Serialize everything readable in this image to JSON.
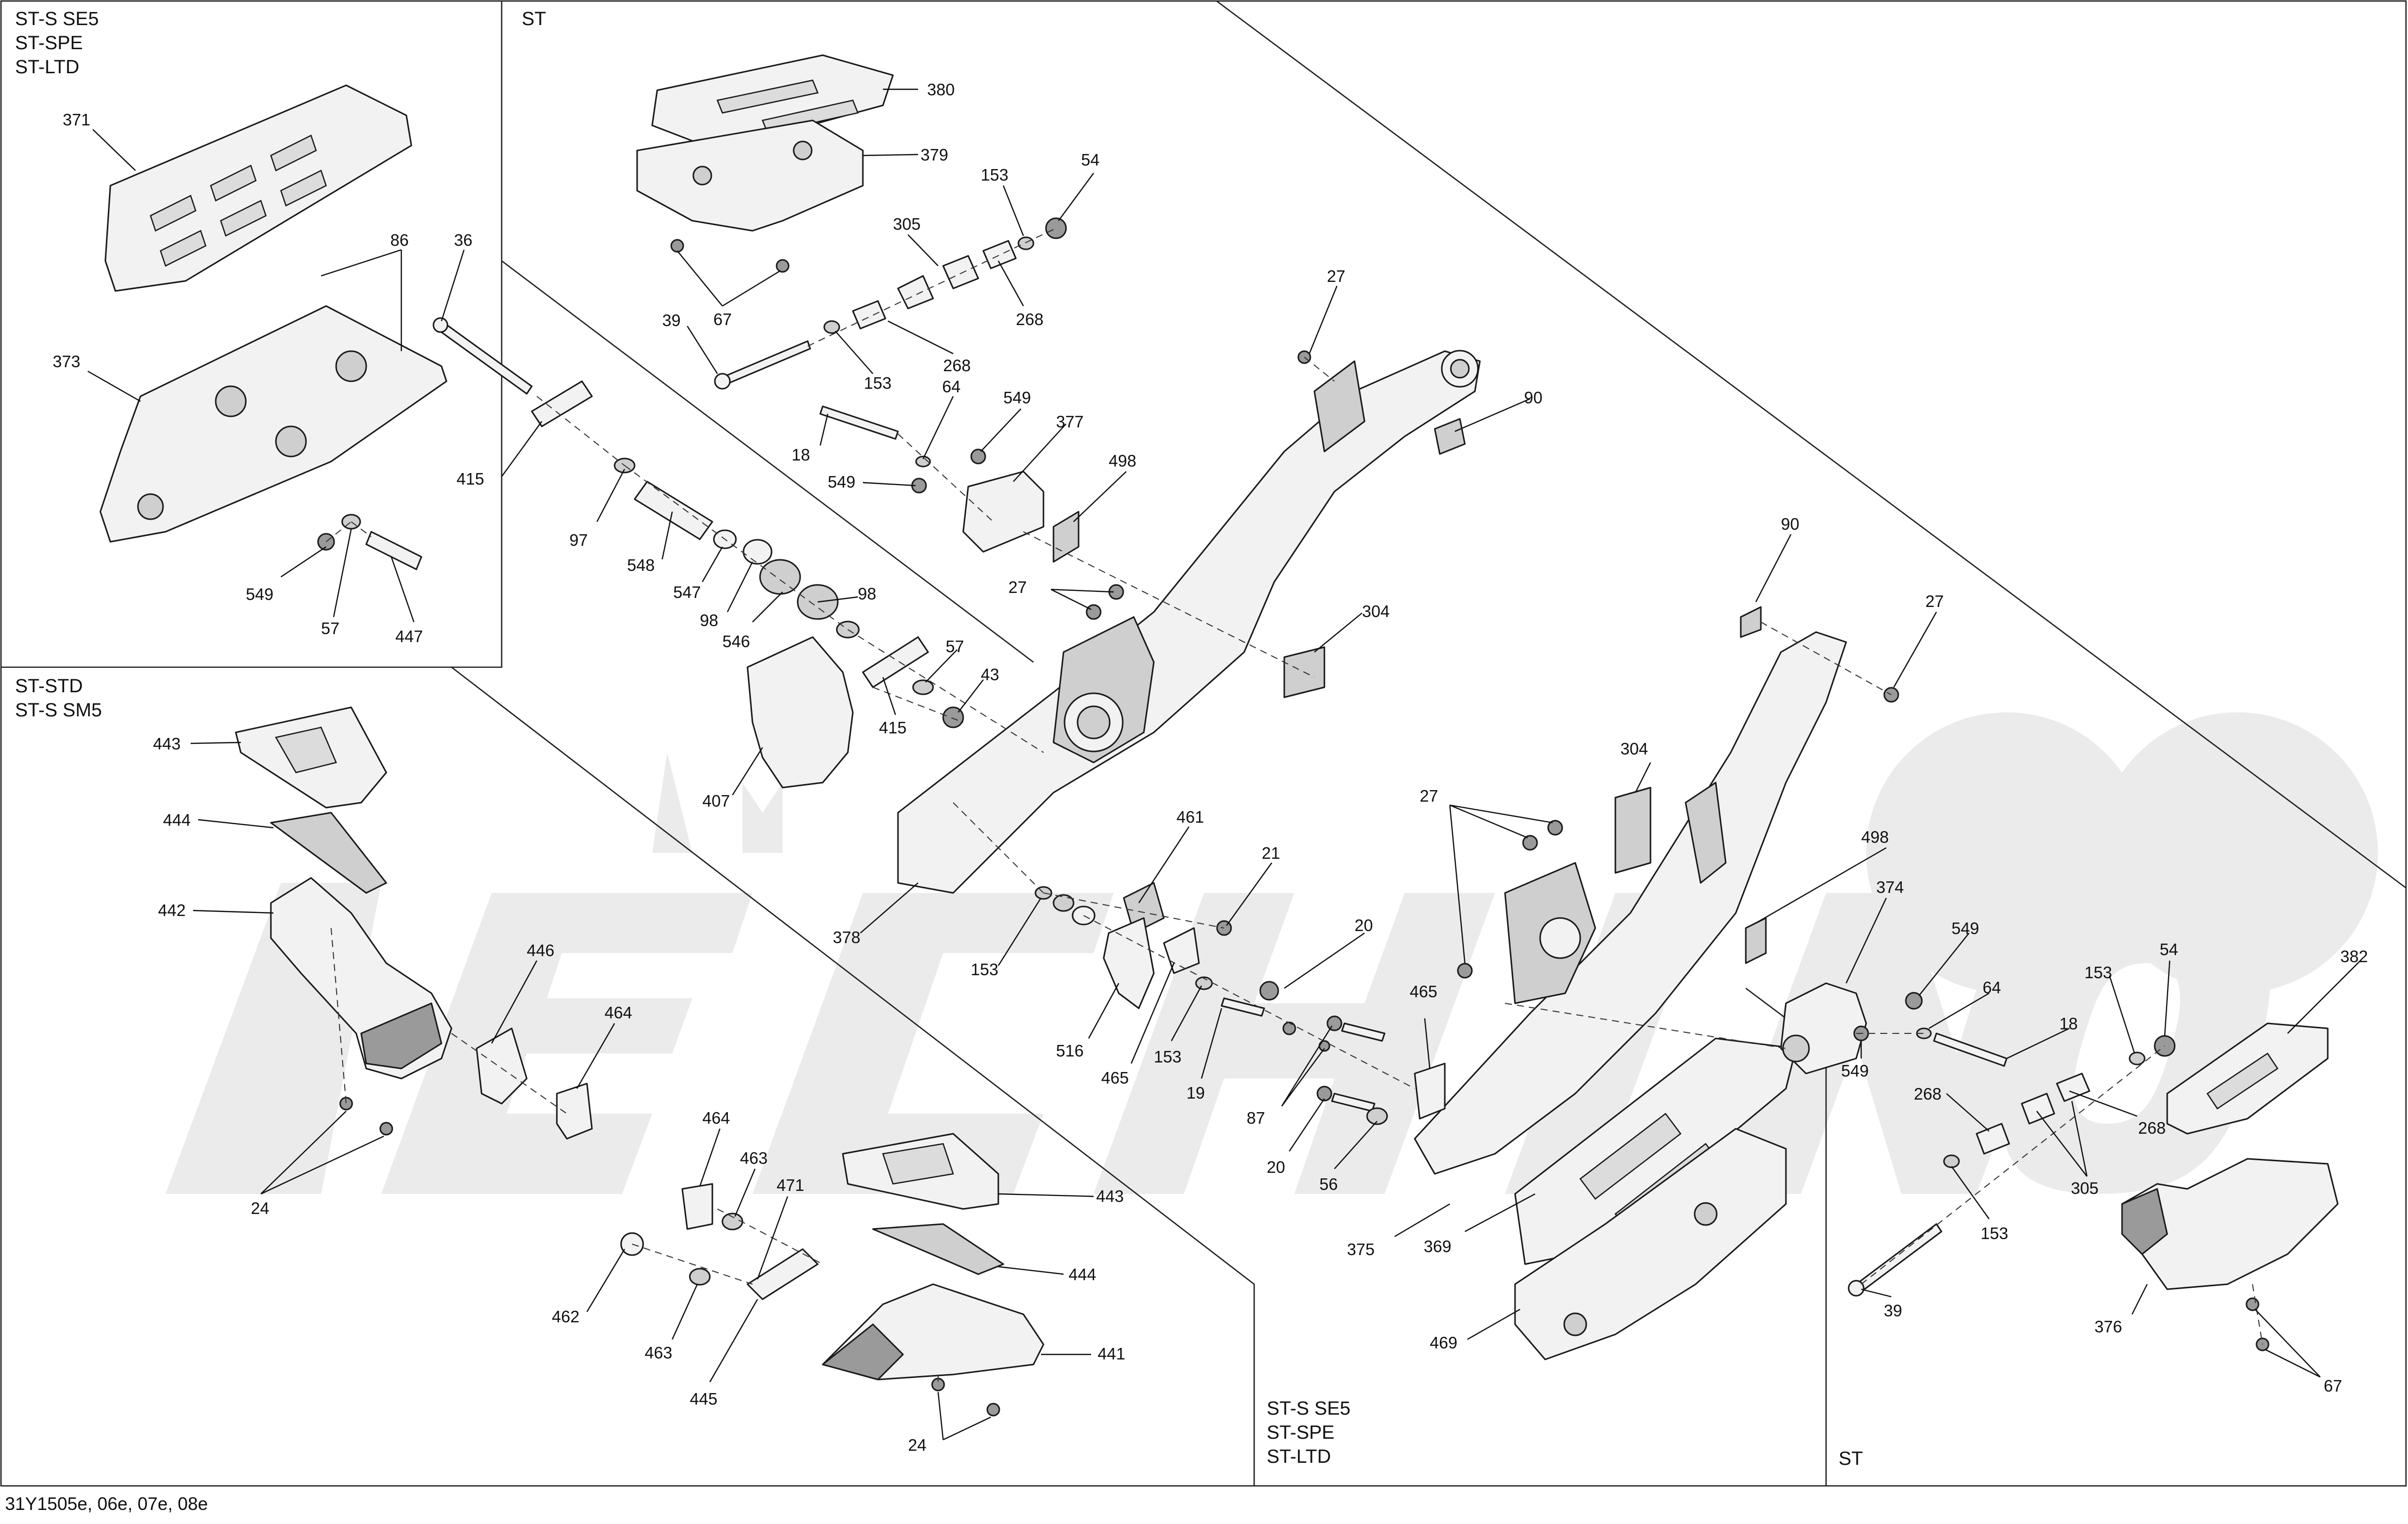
{
  "sections": {
    "top_left": [
      "ST-S SE5",
      "ST-SPE",
      "ST-LTD"
    ],
    "top_center": "ST",
    "mid_left": [
      "ST-STD",
      "ST-S SM5"
    ],
    "bottom_mid": [
      "ST-S SE5",
      "ST-SPE",
      "ST-LTD"
    ],
    "bottom_right": "ST"
  },
  "footer_code": "31Y1505e, 06e, 07e, 08e",
  "callouts": {
    "c371": "371",
    "c86": "86",
    "c36": "36",
    "c373": "373",
    "c415a": "415",
    "c97": "97",
    "c548": "548",
    "c547": "547",
    "c98a": "98",
    "c546": "546",
    "c98b": "98",
    "c549a": "549",
    "c57a": "57",
    "c447": "447",
    "c380": "380",
    "c379": "379",
    "c153a": "153",
    "c54a": "54",
    "c305a": "305",
    "c39a": "39",
    "c67a": "67",
    "c268a": "268",
    "c153b": "153",
    "c268b": "268",
    "c27a": "27",
    "c90a": "90",
    "c18a": "18",
    "c64a": "64",
    "c549b": "549",
    "c377": "377",
    "c549c": "549",
    "c498a": "498",
    "c27b": "27",
    "c304a": "304",
    "c57b": "57",
    "c43": "43",
    "c415b": "415",
    "c407": "407",
    "c378": "378",
    "c153c": "153",
    "c461": "461",
    "c21": "21",
    "c516": "516",
    "c465a": "465",
    "c153d": "153",
    "c19": "19",
    "c20a": "20",
    "c87": "87",
    "c20b": "20",
    "c56": "56",
    "c465b": "465",
    "c443a": "443",
    "c444a": "444",
    "c442": "442",
    "c446": "446",
    "c464a": "464",
    "c24a": "24",
    "c464b": "464",
    "c463a": "463",
    "c471": "471",
    "c443b": "443",
    "c444b": "444",
    "c462": "462",
    "c463b": "463",
    "c445": "445",
    "c441": "441",
    "c24b": "24",
    "c90b": "90",
    "c27c": "27",
    "c304b": "304",
    "c27d": "27",
    "c498b": "498",
    "c374": "374",
    "c549d": "549",
    "c64b": "64",
    "c18b": "18",
    "c549e": "549",
    "c375": "375",
    "c369": "369",
    "c469": "469",
    "c153e": "153",
    "c54b": "54",
    "c382": "382",
    "c268c": "268",
    "c268d": "268",
    "c305b": "305",
    "c153f": "153",
    "c39b": "39",
    "c376": "376",
    "c67b": "67"
  }
}
